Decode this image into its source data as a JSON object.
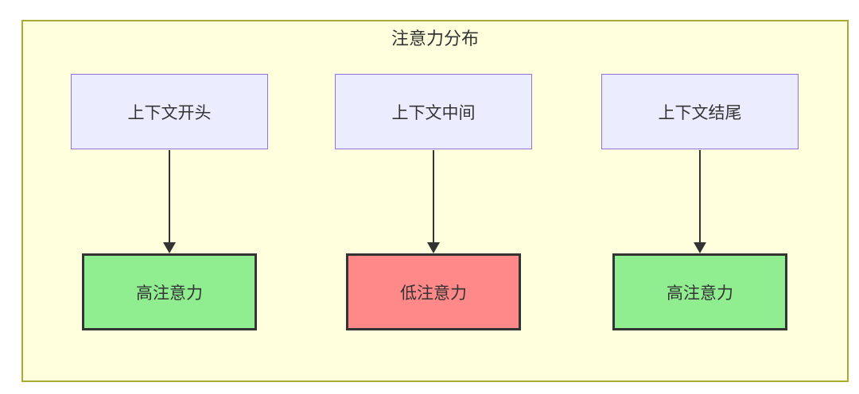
{
  "diagram": {
    "title": "注意力分布",
    "columns": [
      {
        "source": "上下文开头",
        "result": "高注意力",
        "attention": "high"
      },
      {
        "source": "上下文中间",
        "result": "低注意力",
        "attention": "low"
      },
      {
        "source": "上下文结尾",
        "result": "高注意力",
        "attention": "high"
      }
    ]
  },
  "colors": {
    "page_background": "#ffffff",
    "container_fill": "#ffffde",
    "container_border": "#aaaa33",
    "source_node_fill": "#ececff",
    "source_node_border": "#9370db",
    "high_attention_fill": "#90ee90",
    "low_attention_fill": "#ff8888",
    "result_node_border": "#333333",
    "arrow_color": "#333333",
    "text_color": "#333333"
  }
}
